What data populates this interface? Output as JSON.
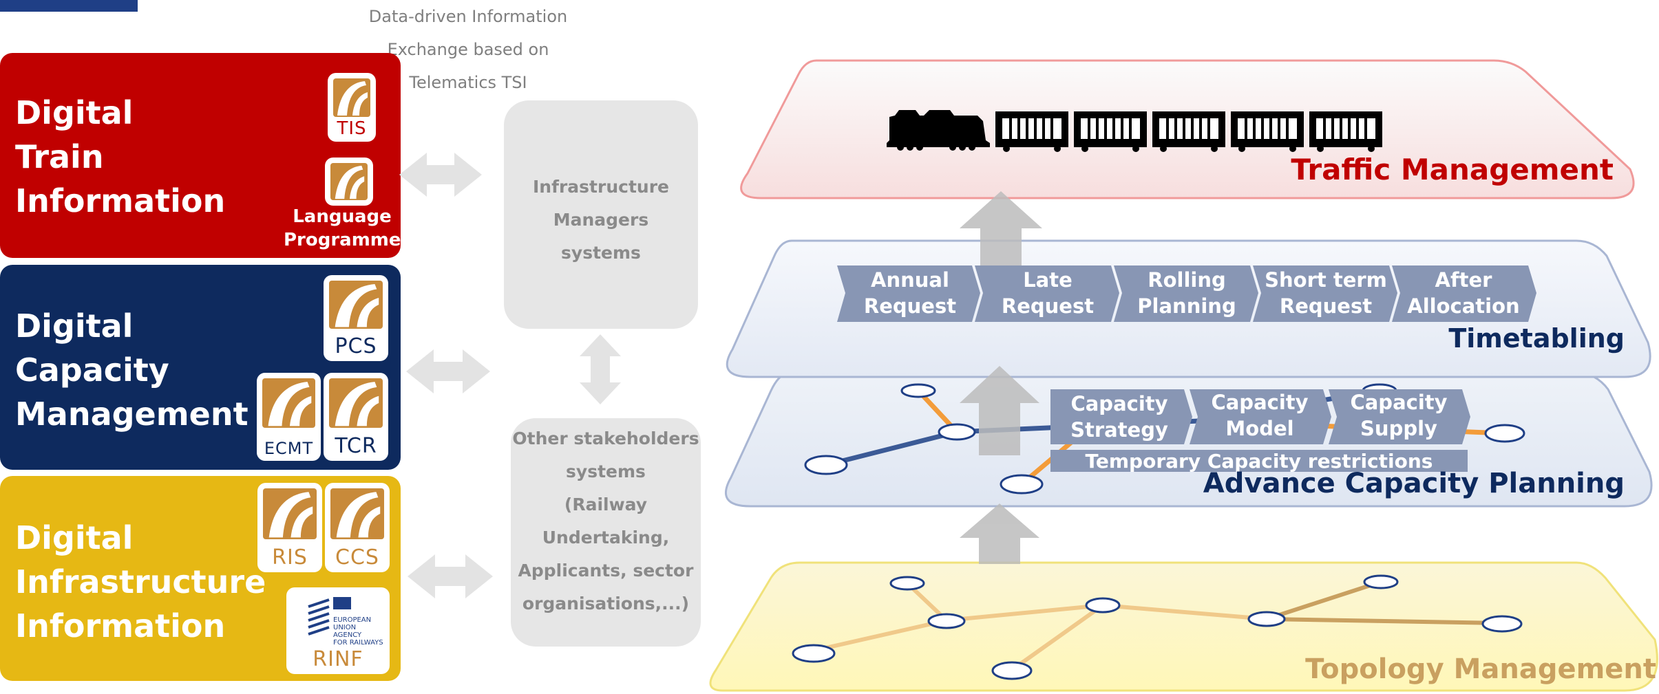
{
  "caption": [
    "Data-driven Information",
    "Exchange based on",
    "Telematics TSI"
  ],
  "panels": {
    "train": {
      "title": [
        "Digital",
        "Train",
        "Information"
      ],
      "color": "#c00000",
      "logos": [
        "TIS"
      ],
      "language_logo": [
        "Language",
        "Programme"
      ]
    },
    "capacity": {
      "title": [
        "Digital",
        "Capacity",
        "Management"
      ],
      "color": "#0e2a5e",
      "logos": [
        "PCS",
        "ECMT",
        "TCR"
      ]
    },
    "infrastructure": {
      "title": [
        "Digital",
        "Infrastructure",
        "Information"
      ],
      "color": "#e6b814",
      "logos": [
        "RIS",
        "CCS",
        "RINF"
      ],
      "agency": [
        "EUROPEAN",
        "UNION",
        "AGENCY",
        "FOR RAILWAYS"
      ]
    }
  },
  "systems": {
    "im": [
      "Infrastructure",
      "Managers",
      "systems"
    ],
    "other": [
      "Other stakeholders",
      "systems",
      "(Railway",
      "Undertaking,",
      "Applicants, sector",
      "organisations,...)"
    ]
  },
  "layers": {
    "traffic": {
      "label": "Traffic Management",
      "color": "#c00000"
    },
    "timetabling": {
      "label": "Timetabling",
      "color": "#0e2a5e",
      "steps": [
        [
          "Annual",
          "Request"
        ],
        [
          "Late",
          "Request"
        ],
        [
          "Rolling",
          "Planning"
        ],
        [
          "Short term",
          "Request"
        ],
        [
          "After",
          "Allocation"
        ]
      ]
    },
    "acp": {
      "label": "Advance Capacity Planning",
      "color": "#0e2a5e",
      "steps": [
        [
          "Capacity",
          "Strategy"
        ],
        [
          "Capacity",
          "Model"
        ],
        [
          "Capacity",
          "Supply"
        ]
      ],
      "restrictions": "Temporary Capacity restrictions"
    },
    "topology": {
      "label": "Topology Management",
      "color": "#c9a060"
    }
  }
}
